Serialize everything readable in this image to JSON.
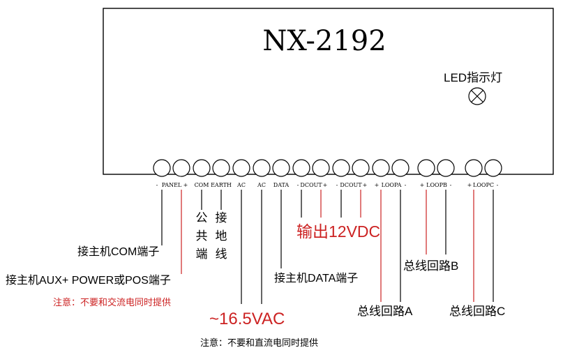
{
  "title": "NX-2192",
  "led": {
    "label": "LED指示灯"
  },
  "colors": {
    "line": "#000000",
    "accent": "#cc2222",
    "background": "#ffffff"
  },
  "terminals": {
    "labels": {
      "panel_minus": "-",
      "panel": "PANEL",
      "panel_plus": "+",
      "com": "COM",
      "earth": "EARTH",
      "ac1": "AC",
      "ac2": "AC",
      "data": "DATA",
      "dcout1_minus": "-",
      "dcout1": "DCOUT",
      "dcout1_plus": "+",
      "dcout2_minus": "-",
      "dcout2": "DCOUT",
      "dcout2_plus": "+",
      "loopa_plus": "+",
      "loopa": "LOOPA",
      "loopa_minus": "-",
      "loopb_plus": "+",
      "loopb": "LOOPB",
      "loopb_minus": "-",
      "loopc_plus": "+",
      "loopc": "LOOPC",
      "loopc_minus": "-"
    }
  },
  "annotations": {
    "com_vertical": [
      "公",
      "共",
      "端"
    ],
    "earth_vertical": [
      "接",
      "地",
      "线"
    ],
    "host_com": "接主机COM端子",
    "host_aux": "接主机AUX+ POWER或POS端子",
    "note_ac": "注意：不要和交流电同时提供",
    "ac_voltage": "~16.5VAC",
    "note_dc": "注意：不要和直流电同时提供",
    "dc_out": "输出12VDC",
    "host_data": "接主机DATA端子",
    "loop_a": "总线回路A",
    "loop_b": "总线回路B",
    "loop_c": "总线回路C"
  }
}
